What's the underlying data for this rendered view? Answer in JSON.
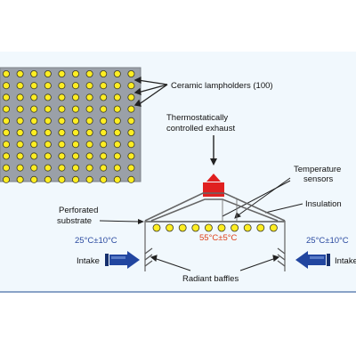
{
  "diagram": {
    "labels": {
      "lampholders": "Ceramic lampholders (100)",
      "exhaust_line1": "Thermostatically",
      "exhaust_line2": "controlled exhaust",
      "temp_sensors_line1": "Temperature",
      "temp_sensors_line2": "sensors",
      "insulation": "Insulation",
      "perforated_line1": "Perforated",
      "perforated_line2": "substrate",
      "inner_temp": "55°C±5°C",
      "left_temp": "25°C±10°C",
      "right_temp": "25°C±10°C",
      "left_intake": "Intake",
      "right_intake": "Intake",
      "radiant_baffles": "Radiant baffles"
    },
    "colors": {
      "panel": "#9aa0a8",
      "lamp_fill": "#ffee22",
      "lamp_ring": "#3a3a20",
      "exhaust": "#e02020",
      "intake_arrow": "#2246a0",
      "label_blue": "#2a4aa0",
      "label_red": "#e0401a",
      "lines": "#444444"
    }
  }
}
